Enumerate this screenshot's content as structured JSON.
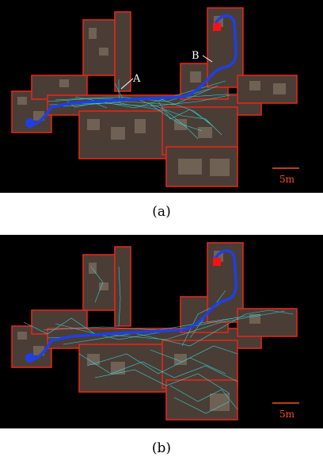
{
  "colors": {
    "background": "#000000",
    "wall": "#e0271c",
    "floor": "#5a4a40",
    "tree": "#33e0e6",
    "path": "#1f3fe6",
    "goal": "#ff1010",
    "scale": "#f2531c",
    "label": "#ffffff"
  },
  "panels": [
    {
      "caption": "(a)",
      "scale_bar": "5m",
      "markers": [
        {
          "label": "A"
        },
        {
          "label": "B"
        }
      ]
    },
    {
      "caption": "(b)",
      "scale_bar": "5m",
      "markers": []
    }
  ]
}
